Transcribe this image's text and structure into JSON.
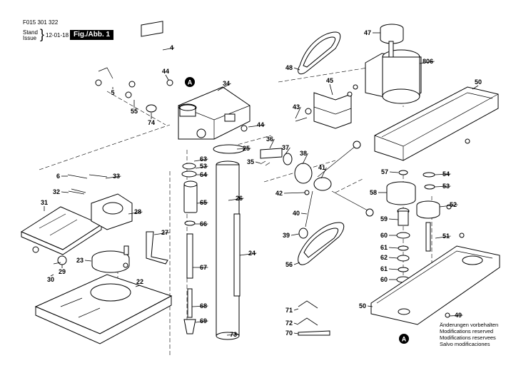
{
  "header": {
    "doc_id": "F015 301 322",
    "stand_label": "Stand",
    "issue_label": "Issue",
    "brace": "}",
    "date": "12-01-18",
    "figure_label": "Fig./Abb. 1"
  },
  "notes": [
    "Änderungen vorbehalten",
    "Modifications reserved",
    "Modifications reservees",
    "Salvo modificaciones"
  ],
  "reference_markers": [
    "A",
    "A"
  ],
  "part_labels": [
    "4",
    "5",
    "44",
    "34",
    "55",
    "74",
    "44",
    "25",
    "63",
    "53",
    "64",
    "65",
    "66",
    "67",
    "68",
    "69",
    "73",
    "26",
    "24",
    "6",
    "33",
    "32",
    "31",
    "28",
    "27",
    "23",
    "29",
    "30",
    "22",
    "47",
    "806",
    "48",
    "45",
    "43",
    "50",
    "36",
    "37",
    "38",
    "35",
    "41",
    "42",
    "40",
    "39",
    "56",
    "57",
    "54",
    "58",
    "53",
    "52",
    "59",
    "60",
    "51",
    "61",
    "62",
    "61",
    "60",
    "50",
    "49",
    "71",
    "72",
    "70"
  ]
}
